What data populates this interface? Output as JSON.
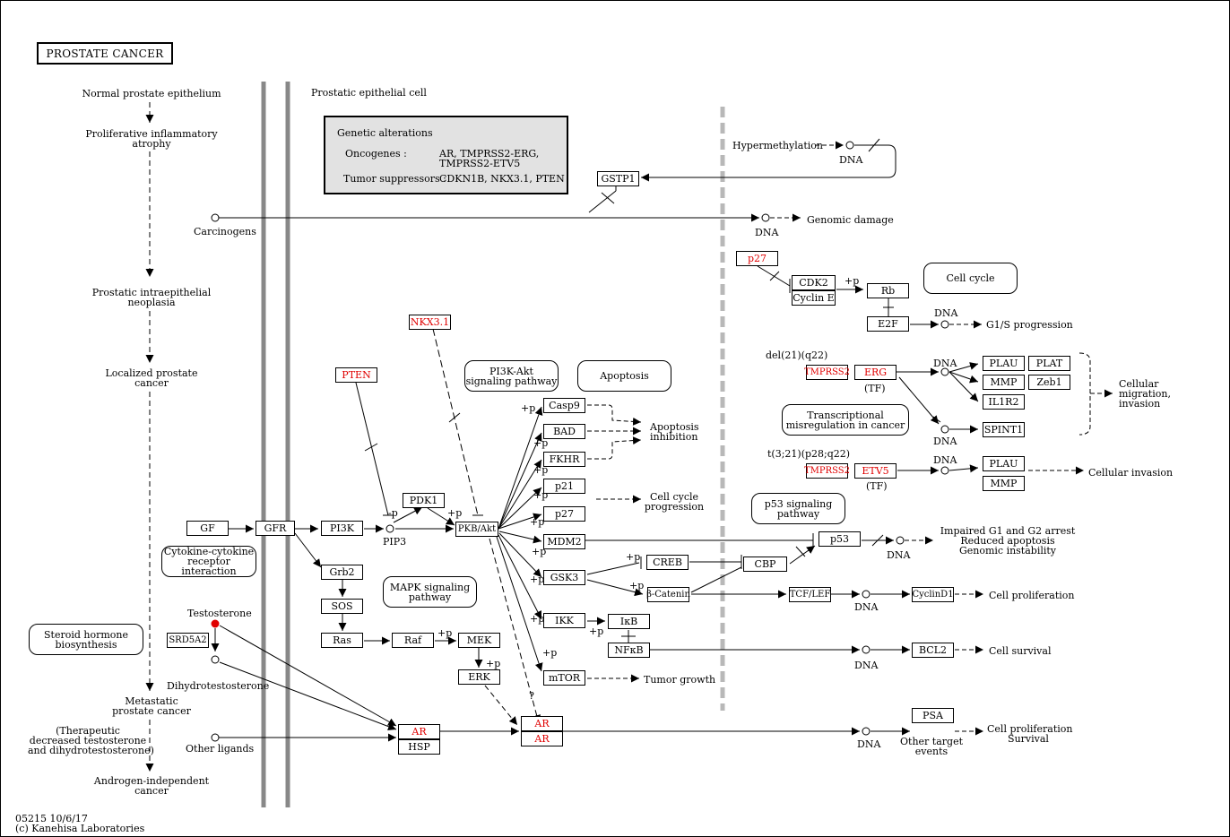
{
  "title": "PROSTATE CANCER",
  "compartment_label": "Prostatic epithelial cell",
  "footer": {
    "code": "05215 10/6/17",
    "copyright": "(c) Kanehisa Laboratories"
  },
  "genetic_alterations": {
    "heading": "Genetic alterations",
    "oncogenes_label": "Oncogenes :",
    "oncogenes_line1": "AR, TMPRSS2-ERG,",
    "oncogenes_line2": "TMPRSS2-ETV5",
    "suppressors_label": "Tumor suppressors :",
    "suppressors": "CDKN1B, NKX3.1, PTEN"
  },
  "progression": {
    "normal": "Normal prostate epithelium",
    "pia1": "Proliferative inflammatory",
    "pia2": "atrophy",
    "pin1": "Prostatic intraepithelial",
    "pin2": "neoplasia",
    "local1": "Localized prostate",
    "local2": "cancer",
    "meta1": "Metastatic",
    "meta2": "prostate cancer",
    "ther1": "(Therapeutic",
    "ther2": "decreased testosterone",
    "ther3": "and dihydrotestosterone)",
    "ai1": "Androgen-independent",
    "ai2": "cancer"
  },
  "genes": {
    "gstp1": "GSTP1",
    "p27_top": "p27",
    "cdk2": "CDK2",
    "cyclin_e": "Cyclin E",
    "rb": "Rb",
    "e2f": "E2F",
    "tmprss2_a": "TMPRSS2",
    "erg": "ERG",
    "tmprss2_b": "TMPRSS2",
    "etv5": "ETV5",
    "plau_a": "PLAU",
    "plat": "PLAT",
    "mmp_a": "MMP",
    "zeb1": "Zeb1",
    "il1r2": "IL1R2",
    "spint1": "SPINT1",
    "plau_b": "PLAU",
    "mmp_b": "MMP",
    "nkx31": "NKX3.1",
    "pten": "PTEN",
    "pdk1": "PDK1",
    "pkb": "PKB/Akt",
    "casp9": "Casp9",
    "bad": "BAD",
    "fkhr": "FKHR",
    "p21": "p21",
    "p27": "p27",
    "mdm2": "MDM2",
    "gsk3": "GSK3",
    "creb": "CREB",
    "cbp": "CBP",
    "p53": "p53",
    "bcat": "β-Catenin",
    "tcflef": "TCF/LEF",
    "cyclind1": "CyclinD1",
    "ikk": "IKK",
    "ikb": "IκB",
    "nfkb": "NFκB",
    "bcl2": "BCL2",
    "mtor": "mTOR",
    "gf": "GF",
    "gfr": "GFR",
    "pi3k": "PI3K",
    "grb2": "Grb2",
    "sos": "SOS",
    "ras": "Ras",
    "raf": "Raf",
    "mek": "MEK",
    "erk": "ERK",
    "srd5a2": "SRD5A2",
    "ar1": "AR",
    "hsp": "HSP",
    "ar2": "AR",
    "ar3": "AR",
    "psa": "PSA"
  },
  "pathways": {
    "cell_cycle": "Cell cycle",
    "pi3k1": "PI3K-Akt",
    "pi3k2": "signaling pathway",
    "apoptosis": "Apoptosis",
    "trans1": "Transcriptional",
    "trans2": "misregulation in cancer",
    "p53p1": "p53 signaling",
    "p53p2": "pathway",
    "cyto1": "Cytokine-cytokine",
    "cyto2": "receptor interaction",
    "mapk1": "MAPK signaling",
    "mapk2": "pathway",
    "steroid1": "Steroid hormone",
    "steroid2": "biosynthesis"
  },
  "labels": {
    "hypermethylation": "Hypermethylation",
    "dna_hyper": "DNA",
    "carcinogens": "Carcinogens",
    "dna_carc": "DNA",
    "genomic_damage": "Genomic damage",
    "dna_e2f": "DNA",
    "g1s": "G1/S progression",
    "del21": "del(21)(q22)",
    "tf1": "(TF)",
    "dna_erg": "DNA",
    "dna_spint": "DNA",
    "migr1": "Cellular",
    "migr2": "migration,",
    "migr3": "invasion",
    "t321": "t(3;21)(p28;q22)",
    "tf2": "(TF)",
    "dna_etv5": "DNA",
    "invasion": "Cellular invasion",
    "apo_inh1": "Apoptosis",
    "apo_inh2": "inhibition",
    "ccp1": "Cell cycle",
    "ccp2": "progression",
    "impaired1": "Impaired G1 and G2 arrest",
    "impaired2": "Reduced apoptosis",
    "impaired3": "Genomic instability",
    "dna_p53": "DNA",
    "dna_tcf": "DNA",
    "cell_prolif": "Cell proliferation",
    "dna_nfkb": "DNA",
    "cell_survival": "Cell survival",
    "tumor_growth": "Tumor growth",
    "pip3": "PIP3",
    "testosterone": "Testosterone",
    "dht": "Dihydrotestosterone",
    "other_ligands": "Other ligands",
    "dna_ar": "DNA",
    "other_targets1": "Other target",
    "other_targets2": "events",
    "cp_survival1": "Cell proliferation",
    "cp_survival2": "Survival",
    "plus_p": "+p",
    "minus_p": "-p",
    "question": "?"
  },
  "colors": {
    "oncogene_text": "#e00000",
    "alteration_box": "#e2e2e2",
    "membrane": "#888888",
    "nuclear_membrane": "#b8b8b8",
    "testosterone_dot": "#e00000"
  }
}
